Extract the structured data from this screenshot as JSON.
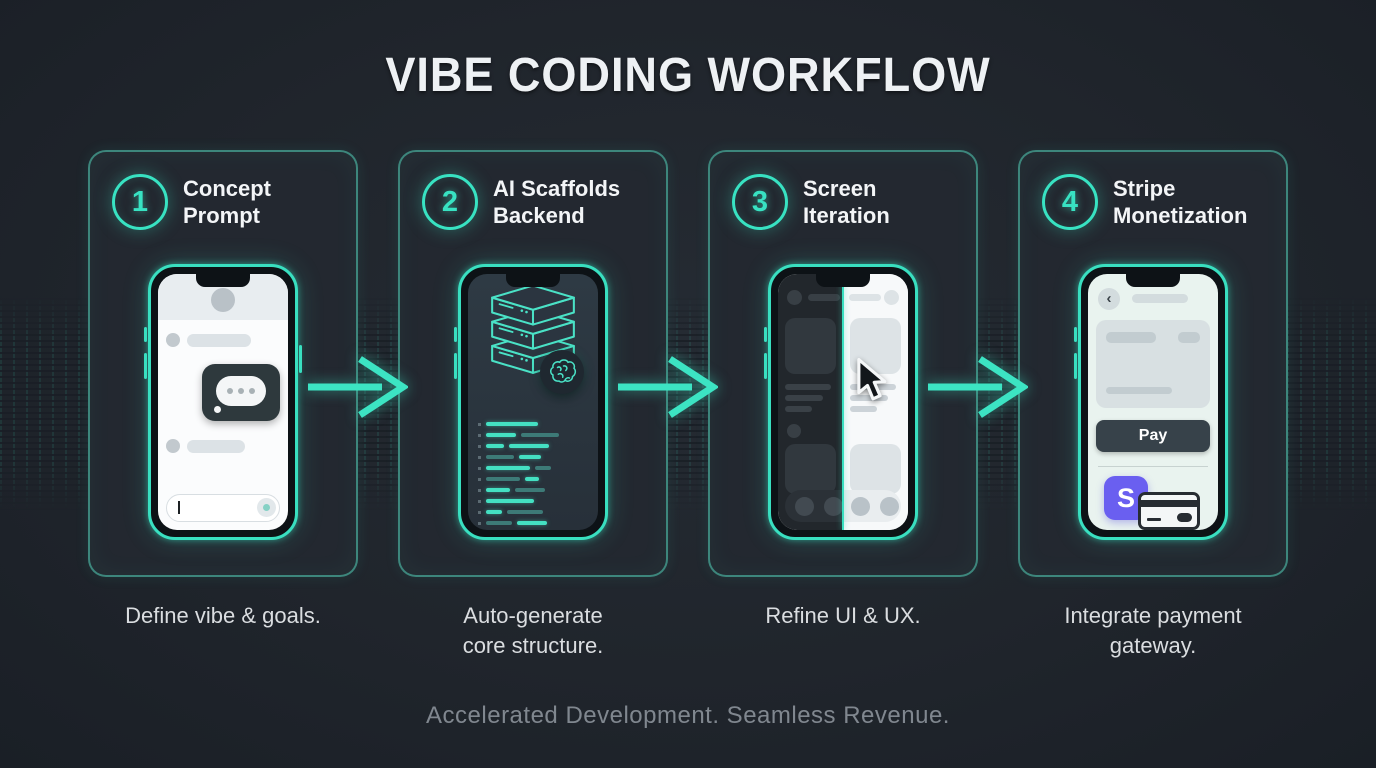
{
  "title": "VIBE CODING WORKFLOW",
  "footer": "Accelerated Development. Seamless Revenue.",
  "colors": {
    "accent_teal": "#38e2c2",
    "background": "#20252c",
    "card_border": "#4ec4af",
    "stripe_purple": "#6a5ff0",
    "pay_button_bg": "#37424a"
  },
  "icons": {
    "back_chevron": "‹"
  },
  "steps": [
    {
      "number": "1",
      "title": "Concept Prompt",
      "caption": "Define vibe & goals.",
      "phone": "chat-prompt-mockup"
    },
    {
      "number": "2",
      "title": "AI Scaffolds Backend",
      "caption": "Auto-generate\ncore structure.",
      "phone": "backend-scaffold-mockup"
    },
    {
      "number": "3",
      "title": "Screen Iteration",
      "caption": "Refine UI & UX.",
      "phone": "split-theme-mockup"
    },
    {
      "number": "4",
      "title": "Stripe Monetization",
      "caption": "Integrate payment\ngateway.",
      "phone": "payment-mockup",
      "pay_button_label": "Pay",
      "stripe_letter": "S"
    }
  ],
  "phone2": {
    "code_rows": [
      [
        [
          52,
          1
        ]
      ],
      [
        [
          30,
          1
        ],
        [
          38,
          0
        ]
      ],
      [
        [
          18,
          1
        ],
        [
          40,
          1
        ]
      ],
      [
        [
          28,
          0
        ],
        [
          22,
          1
        ]
      ],
      [
        [
          44,
          1
        ],
        [
          16,
          0
        ]
      ],
      [
        [
          34,
          0
        ],
        [
          14,
          1
        ]
      ],
      [
        [
          24,
          1
        ],
        [
          30,
          0
        ]
      ],
      [
        [
          48,
          1
        ]
      ],
      [
        [
          16,
          1
        ],
        [
          36,
          0
        ]
      ],
      [
        [
          26,
          0
        ],
        [
          30,
          1
        ]
      ]
    ]
  }
}
